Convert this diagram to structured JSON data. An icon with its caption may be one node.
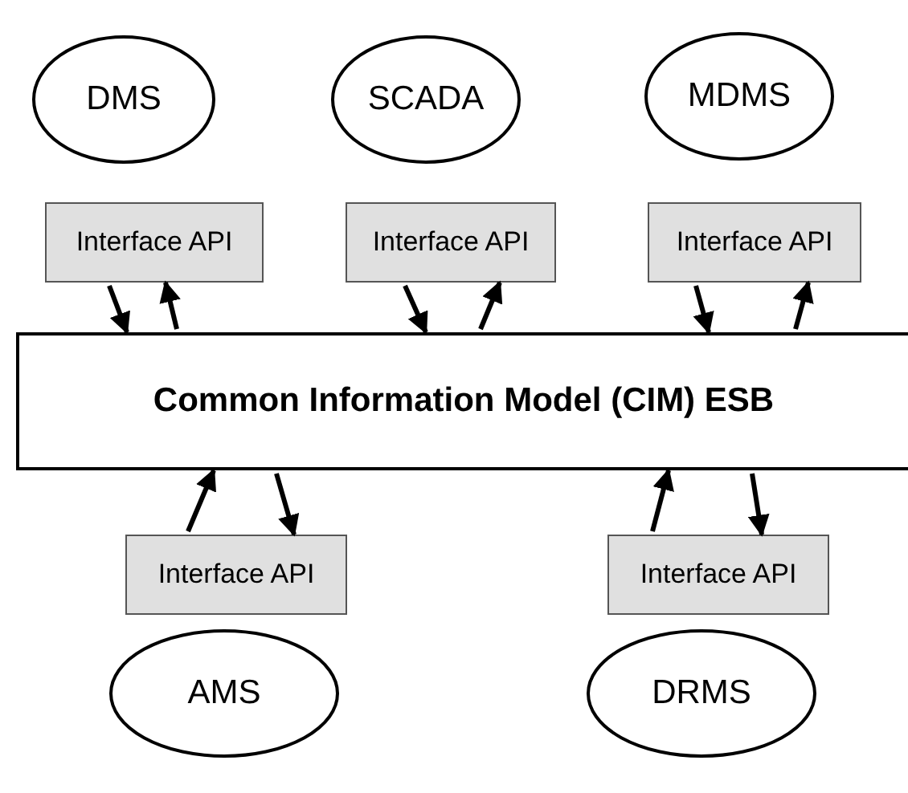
{
  "diagram": {
    "nodes": [
      {
        "text": [
          "DMS"
        ]
      },
      {
        "text": [
          "SCADA"
        ]
      },
      {
        "text": [
          "MDMS"
        ]
      },
      {
        "text": [
          "Interface API"
        ]
      },
      {
        "text": [
          "Interface API"
        ]
      },
      {
        "text": [
          "Interface API"
        ]
      },
      {
        "text": [
          "Common Information Model (CIM) ESB"
        ]
      },
      {
        "text": [
          "Interface API"
        ]
      },
      {
        "text": [
          "Interface API"
        ]
      },
      {
        "text": [
          "AMS"
        ]
      },
      {
        "text": [
          "DRMS"
        ]
      }
    ],
    "edges": [
      {
        "from": 3,
        "to": 6,
        "arrow": "to"
      },
      {
        "from": 6,
        "to": 3,
        "arrow": "to"
      },
      {
        "from": 4,
        "to": 6,
        "arrow": "to"
      },
      {
        "from": 6,
        "to": 4,
        "arrow": "to"
      },
      {
        "from": 5,
        "to": 6,
        "arrow": "to"
      },
      {
        "from": 6,
        "to": 5,
        "arrow": "to"
      },
      {
        "from": 7,
        "to": 6,
        "arrow": "to"
      },
      {
        "from": 6,
        "to": 7,
        "arrow": "to"
      },
      {
        "from": 8,
        "to": 6,
        "arrow": "to"
      },
      {
        "from": 6,
        "to": 8,
        "arrow": "to"
      }
    ]
  }
}
